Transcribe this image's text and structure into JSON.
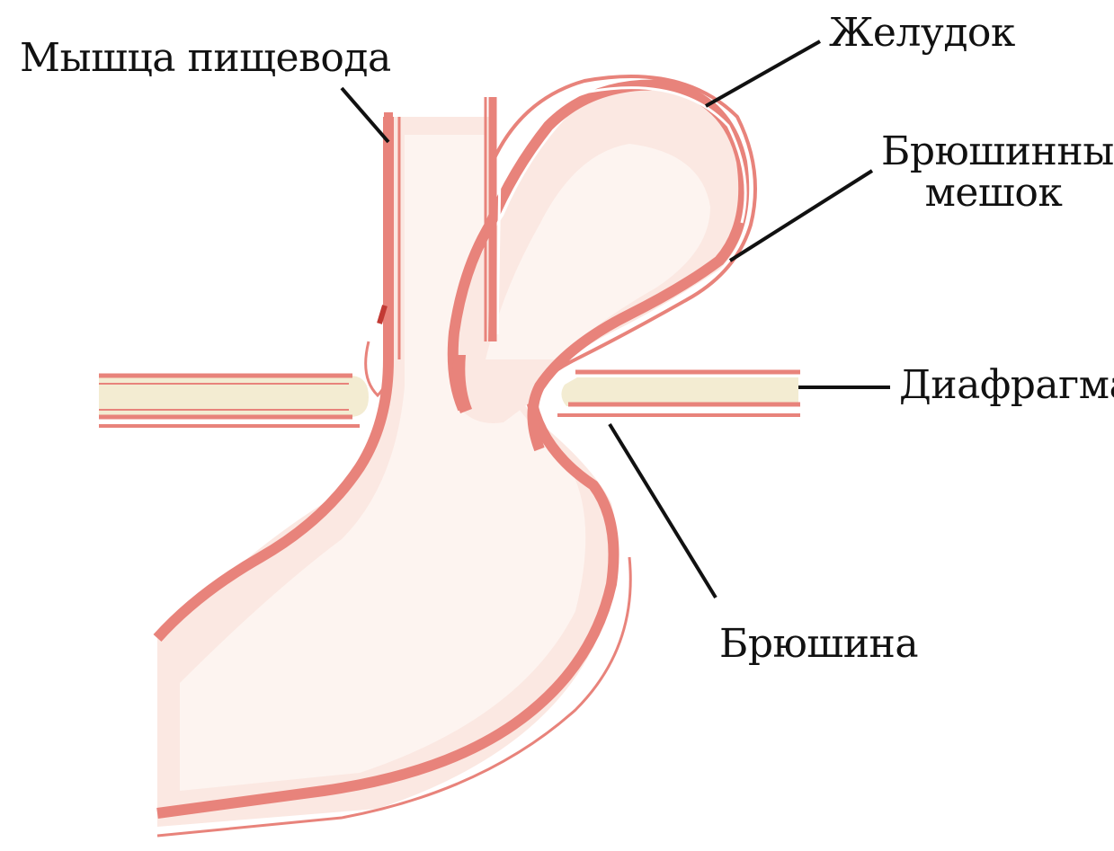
{
  "labels": {
    "esophagus_muscle": "Мышца пищевода",
    "stomach": "Желудок",
    "hernia_sac_line1": "Брюшинный",
    "hernia_sac_line2": "мешок",
    "diaphragm": "Диафрагма",
    "peritoneum": "Брюшина"
  },
  "colors": {
    "wall": "#e8837b",
    "wall_dark": "#c95a55",
    "lumen": "#fbe8e2",
    "lumen_light": "#fdf4f0",
    "diaphragm_fill": "#f3ecd2",
    "leader": "#111111"
  }
}
